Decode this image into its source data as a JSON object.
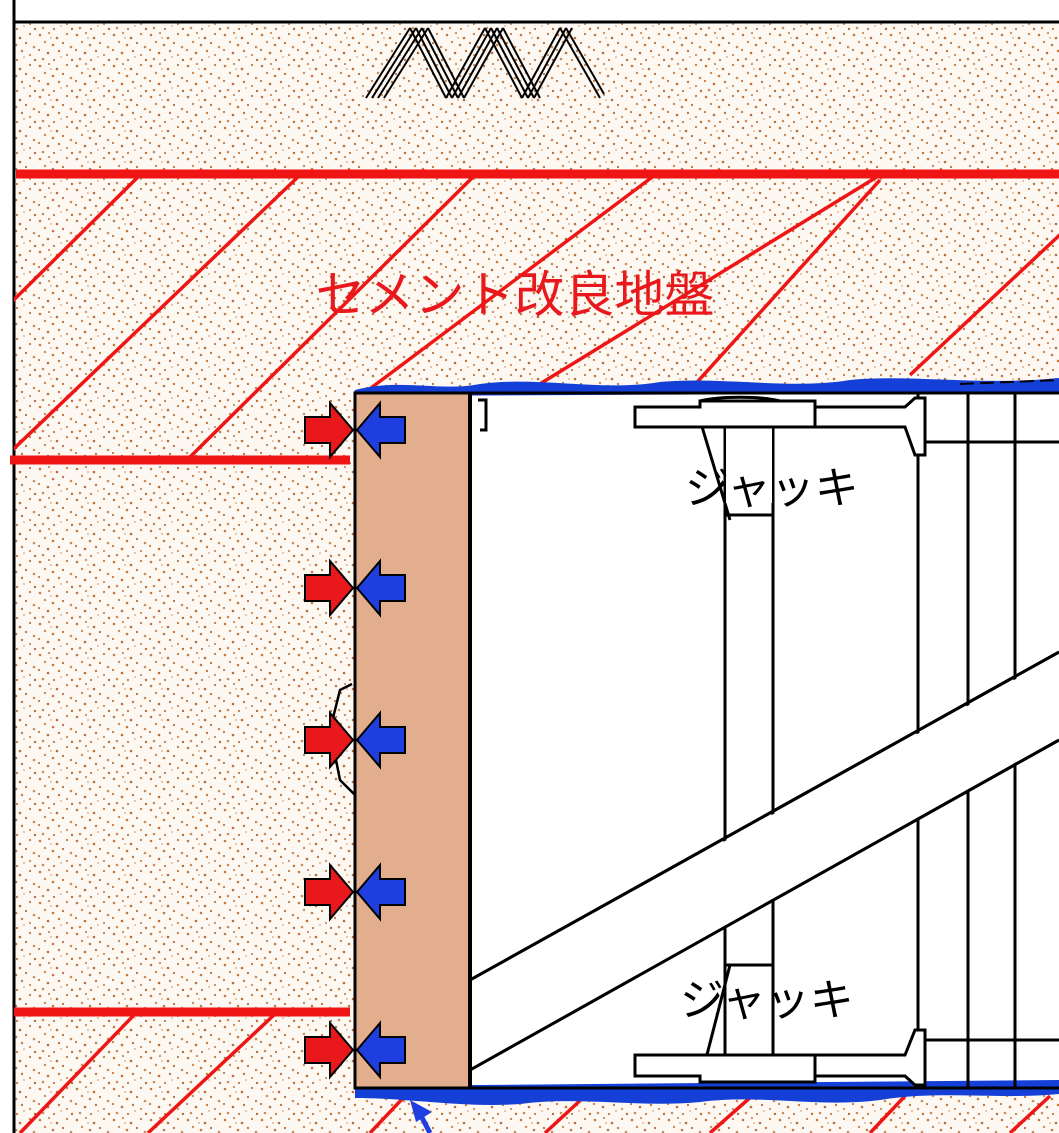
{
  "diagram": {
    "ground_label": "セメント改良地盤",
    "jack_labels": [
      "ジャッキ",
      "ジャッキ"
    ],
    "colors": {
      "soil_base": "#fdf8f2",
      "soil_dots": "#c07a45",
      "improved_soil_lines": "#f01515",
      "wall_fill": "#e2ae8d",
      "sealant": "#1540d8",
      "arrow_red": "#e8181c",
      "arrow_blue": "#1e3ee0",
      "label_red": "#e8181c"
    },
    "pressure_arrow_pairs": 5,
    "symbols": [
      "ground-surface-hatch-symbol",
      "pointer-arrow-icon"
    ]
  }
}
